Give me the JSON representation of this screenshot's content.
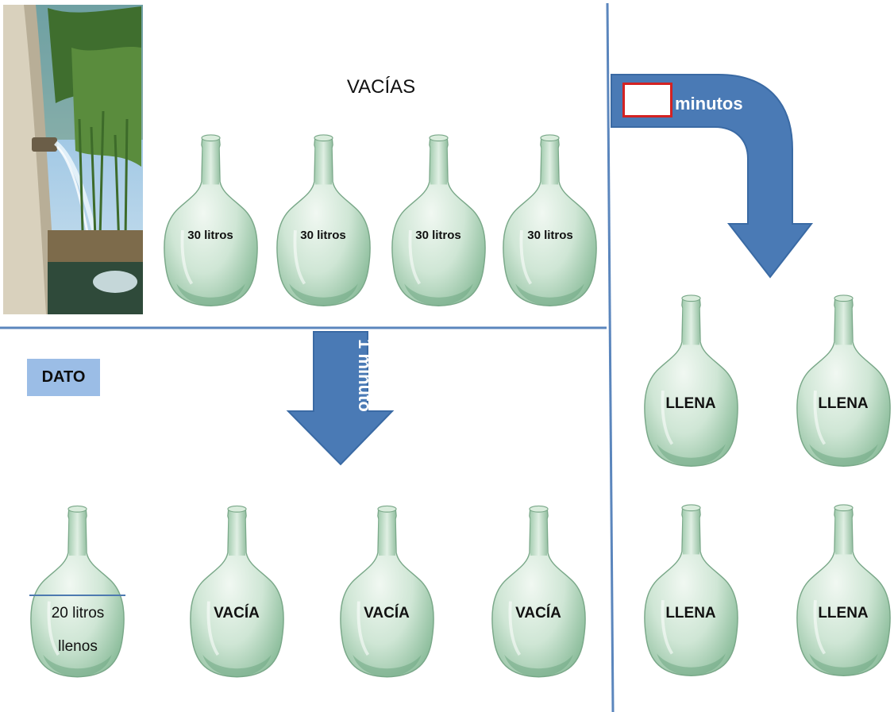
{
  "title": "VACÍAS",
  "dato_label": "DATO",
  "arrow_down_label": "1 minuto",
  "arrow_curve_label": "minutos",
  "answer_box_value": "",
  "top_bottles": [
    "30 litros",
    "30 litros",
    "30 litros",
    "30 litros"
  ],
  "bottom_bottles": {
    "first_line1": "20 litros",
    "first_line2": "llenos",
    "others": [
      "VACÍA",
      "VACÍA",
      "VACÍA"
    ]
  },
  "right_bottles": [
    "LLENA",
    "LLENA",
    "LLENA",
    "LLENA"
  ],
  "colors": {
    "divider": "#5b86bd",
    "arrow": "#4a7ab5",
    "glass": "#b6d6bf",
    "answer_box_border": "#d32222",
    "dato_badge": "#9bbde6"
  },
  "icons": [
    "water-spring-photo",
    "arrow-down",
    "arrow-curved-down",
    "glass-bottle"
  ]
}
